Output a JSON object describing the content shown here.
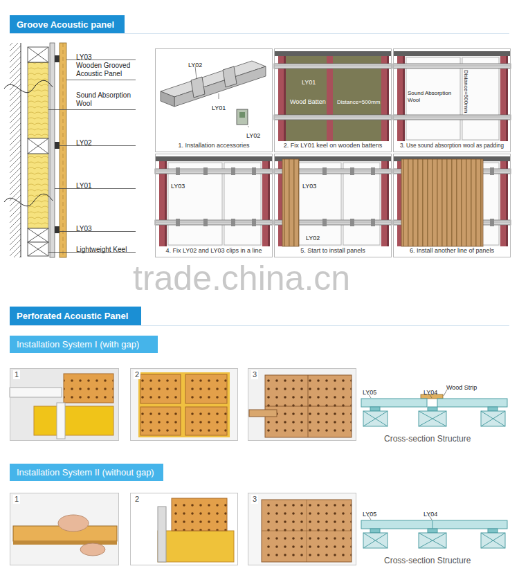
{
  "diagram": {
    "nodes": [
      {
        "text": [
          "Groove Acoustic panel"
        ]
      },
      {
        "text": [
          "1. Installation accessories"
        ]
      },
      {
        "text": [
          "2. Fix LY01 keel on wooden battens"
        ]
      },
      {
        "text": [
          "3. Use sound absorption wool as padding"
        ]
      },
      {
        "text": [
          "4. Fix LY02 and LY03 clips in a line"
        ]
      },
      {
        "text": [
          "5. Start to install panels"
        ]
      },
      {
        "text": [
          "6. Install another line of panels"
        ]
      },
      {
        "text": [
          "Perforated Acoustic Panel"
        ]
      },
      {
        "text": [
          "Installation System Ⅰ (with gap)"
        ]
      },
      {
        "text": [
          "1"
        ]
      },
      {
        "text": [
          "2"
        ]
      },
      {
        "text": [
          "3"
        ]
      },
      {
        "text": [
          "Installation System II (without gap)"
        ]
      },
      {
        "text": [
          "1"
        ]
      },
      {
        "text": [
          "2"
        ]
      },
      {
        "text": [
          "3"
        ]
      }
    ],
    "labels": [
      "LY03",
      "Wooden Grooved Acoustic Panel",
      "Sound Absorption Wool",
      "LY02",
      "LY01",
      "LY03",
      "Lightweight Keel",
      "LY02",
      "LY01",
      "LY02",
      "LY01",
      "Wood Batten",
      "Distance=500mm",
      "Sound Absorption Wool",
      "Distance=500mm",
      "LY03",
      "LY03",
      "LY02",
      "trade.china.cn",
      "LY05",
      "LY04",
      "Wood Strip",
      "Cross-section Structure",
      "LY05",
      "LY04",
      "Cross-section Structure"
    ]
  }
}
